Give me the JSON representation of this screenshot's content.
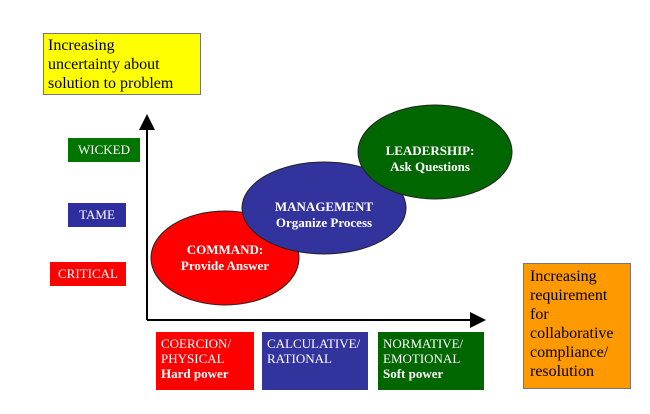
{
  "uncertainty_box": {
    "lines": [
      "Increasing",
      "uncertainty about",
      "solution to problem"
    ]
  },
  "collaboration_box": {
    "lines": [
      "Increasing",
      "requirement",
      "for",
      "collaborative",
      "compliance/",
      "resolution"
    ]
  },
  "y_labels": {
    "wicked": "WICKED",
    "tame": "TAME",
    "critical": "CRITICAL"
  },
  "ellipses": {
    "command": {
      "title": "COMMAND:",
      "subtitle": "Provide Answer"
    },
    "management": {
      "title": "MANAGEMENT",
      "subtitle": "Organize Process"
    },
    "leadership": {
      "title": "LEADERSHIP:",
      "subtitle": "Ask Questions"
    }
  },
  "x_labels": {
    "coercion": {
      "line1": "COERCION/",
      "line2": "PHYSICAL",
      "line3": "Hard power"
    },
    "calculative": {
      "line1": "CALCULATIVE/",
      "line2": "RATIONAL"
    },
    "normative": {
      "line1": "NORMATIVE/",
      "line2": "EMOTIONAL",
      "line3": "Soft power"
    }
  },
  "colors": {
    "red": "#ff0000",
    "blue": "#33339e",
    "green": "#006600",
    "yellow": "#ffff00",
    "orange": "#ff9900"
  }
}
